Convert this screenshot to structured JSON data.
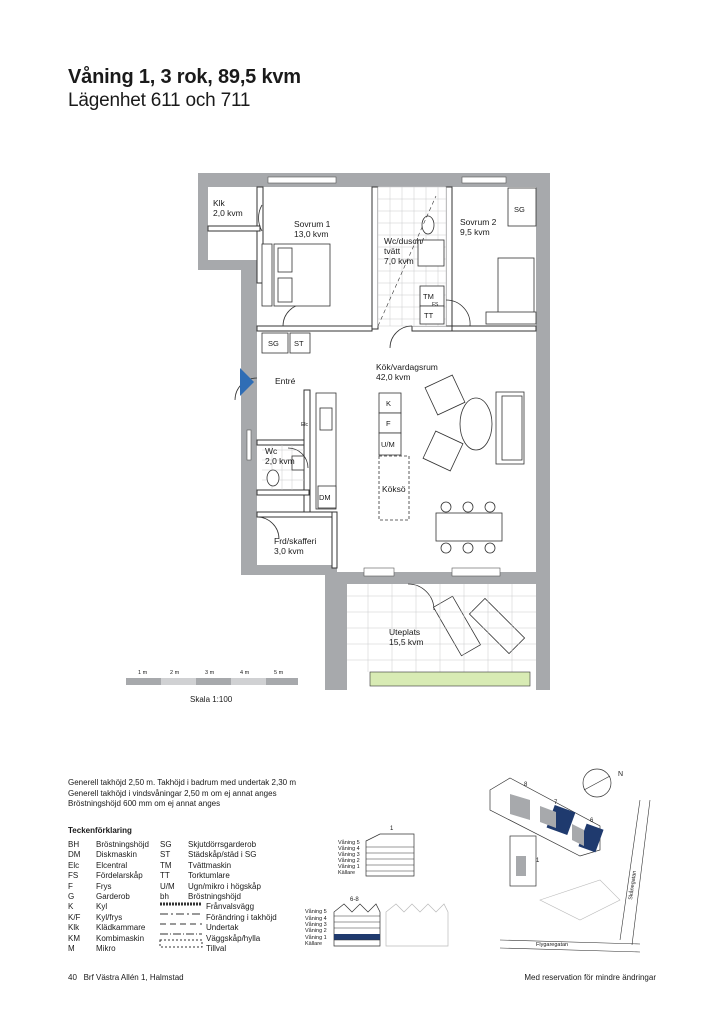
{
  "header": {
    "title": "Våning 1, 3 rok, 89,5 kvm",
    "subtitle": "Lägenhet 611 och 711"
  },
  "rooms": {
    "klk": {
      "name": "Klk",
      "area": "2,0 kvm"
    },
    "sovrum1": {
      "name": "Sovrum 1",
      "area": "13,0 kvm"
    },
    "wc_dusch": {
      "name1": "Wc/dusch/",
      "name2": "tvätt",
      "area": "7,0 kvm"
    },
    "sovrum2": {
      "name": "Sovrum 2",
      "area": "9,5 kvm"
    },
    "entre": {
      "name": "Entré"
    },
    "kok": {
      "name": "Kök/vardagsrum",
      "area": "42,0 kvm"
    },
    "wc": {
      "name": "Wc",
      "area": "2,0 kvm"
    },
    "koksö": {
      "name": "Köksö"
    },
    "frd": {
      "name": "Frd/skafferi",
      "area": "3,0 kvm"
    },
    "uteplats": {
      "name": "Uteplats",
      "area": "15,5 kvm"
    }
  },
  "fixtures": {
    "sg": "SG",
    "st": "ST",
    "tm": "TM",
    "fs": "FS",
    "tt": "TT",
    "k": "K",
    "f": "F",
    "um": "U/M",
    "dm": "DM",
    "elc": "Elc"
  },
  "scale": {
    "ticks": [
      "1 m",
      "2 m",
      "3 m",
      "4 m",
      "5 m"
    ],
    "label": "Skala 1:100"
  },
  "notes": [
    "Generell takhöjd 2,50 m. Takhöjd i badrum med undertak 2,30 m",
    "Generell takhöjd i vindsvåningar 2,50 m om ej annat anges",
    "Bröstningshöjd 600 mm om ej annat anges"
  ],
  "legend": {
    "heading": "Teckenförklaring",
    "col1": [
      {
        "ab": "BH",
        "text": "Bröstningshöjd"
      },
      {
        "ab": "DM",
        "text": "Diskmaskin"
      },
      {
        "ab": "Elc",
        "text": "Elcentral"
      },
      {
        "ab": "FS",
        "text": "Fördelarskåp"
      },
      {
        "ab": "F",
        "text": "Frys"
      },
      {
        "ab": "G",
        "text": "Garderob"
      },
      {
        "ab": "K",
        "text": "Kyl"
      },
      {
        "ab": "K/F",
        "text": "Kyl/frys"
      },
      {
        "ab": "Klk",
        "text": "Klädkammare"
      },
      {
        "ab": "KM",
        "text": "Kombimaskin"
      },
      {
        "ab": "M",
        "text": "Mikro"
      }
    ],
    "col2": [
      {
        "ab": "SG",
        "text": "Skjutdörrsgarderob"
      },
      {
        "ab": "ST",
        "text": "Städskåp/städ i SG"
      },
      {
        "ab": "TM",
        "text": "Tvättmaskin"
      },
      {
        "ab": "TT",
        "text": "Torktumlare"
      },
      {
        "ab": "U/M",
        "text": "Ugn/mikro i högskåp"
      },
      {
        "ab": "bh",
        "text": "Bröstningshöjd"
      }
    ],
    "lines": [
      {
        "text": "Frånvalsvägg"
      },
      {
        "text": "Förändring i takhöjd"
      },
      {
        "text": "Undertak"
      },
      {
        "text": "Väggskåp/hylla"
      },
      {
        "text": "Tillval"
      }
    ]
  },
  "sections": {
    "house1": {
      "label": "1",
      "floors": [
        "Våning 5",
        "Våning 4",
        "Våning 3",
        "Våning 2",
        "Våning 1",
        "Källare"
      ]
    },
    "house68": {
      "label": "6-8",
      "floors": [
        "Våning 5",
        "Våning 4",
        "Våning 3",
        "Våning 2",
        "Våning 1",
        "Källare"
      ]
    }
  },
  "siteplan": {
    "numbers": [
      "8",
      "7",
      "6",
      "1"
    ],
    "streets": [
      "Skånegatan",
      "Flygaregatan"
    ],
    "north": "N",
    "highlight": "#1f3a6e"
  },
  "footer": {
    "page": "40",
    "project": "Brf Västra Allén 1, Halmstad",
    "disclaimer": "Med reservation för mindre ändringar"
  },
  "colors": {
    "wall": "#a7a9ac",
    "door_marker": "#2f6db5",
    "terrace_green": "#d8ebb4"
  }
}
